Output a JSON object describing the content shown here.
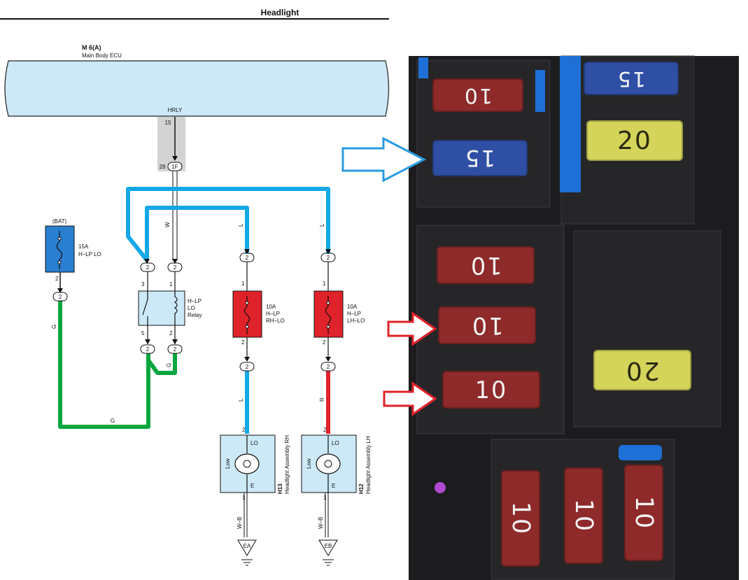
{
  "header": {
    "title": "Headlight"
  },
  "ecu": {
    "ref": "M 6(A)",
    "name": "Main Body ECU",
    "pin_name": "HRLY",
    "pin_no": "15"
  },
  "connector_1f": {
    "pin": "28",
    "label": "1F"
  },
  "bat_fuse": {
    "source": "(BAT)",
    "rating": "15A",
    "name": "H–LP LO",
    "pin": "2",
    "conn": "2"
  },
  "relay": {
    "line1": "H–LP",
    "line2": "LO",
    "line3": "Relay",
    "pin_tl": "3",
    "pin_tr": "1",
    "pin_bl": "5",
    "pin_br": "2",
    "conn": "2"
  },
  "fuse_rh": {
    "rating": "10A",
    "line1": "H–LP",
    "line2": "RH–LO",
    "pin_top": "1",
    "pin_bottom": "2",
    "conn": "2"
  },
  "fuse_lh": {
    "rating": "10A",
    "line1": "H–LP",
    "line2": "LH–LO",
    "pin_top": "1",
    "pin_bottom": "2",
    "conn": "2"
  },
  "wires": {
    "w": "W",
    "l": "L",
    "g": "G",
    "r": "R",
    "wb": "W–B"
  },
  "lamp_rh": {
    "ref": "H13",
    "name": "Headlight Assembly RH",
    "pin_lo": "LO",
    "pin_e": "E",
    "mode": "Low",
    "pin_top": "2",
    "pin_bottom": "1",
    "ground": "EA"
  },
  "lamp_lh": {
    "ref": "H12",
    "name": "Headlight Assembly LH",
    "pin_lo": "LO",
    "pin_e": "E",
    "mode": "Low",
    "pin_top": "2",
    "pin_bottom": "1",
    "ground": "EB"
  },
  "photo": {
    "fuses": [
      {
        "label": "10",
        "color": "#8e2a2a"
      },
      {
        "label": "15",
        "color": "#2f4fa5"
      },
      {
        "label": "15",
        "color": "#2f4fa5"
      },
      {
        "label": "20",
        "color": "#d4d45a"
      },
      {
        "label": "10",
        "color": "#8e2a2a"
      },
      {
        "label": "10",
        "color": "#8e2a2a"
      },
      {
        "label": "10",
        "color": "#8e2a2a"
      },
      {
        "label": "20",
        "color": "#d4d45a"
      },
      {
        "label": "10",
        "color": "#8e2a2a"
      },
      {
        "label": "10",
        "color": "#8e2a2a"
      },
      {
        "label": "10",
        "color": "#8e2a2a"
      }
    ]
  },
  "colors": {
    "light_blue": "#12a8e6",
    "green": "#0aa63f",
    "red": "#e0222a",
    "ecu_fill": "#cce9f8",
    "fuse_blue": "#2a7fd0"
  }
}
